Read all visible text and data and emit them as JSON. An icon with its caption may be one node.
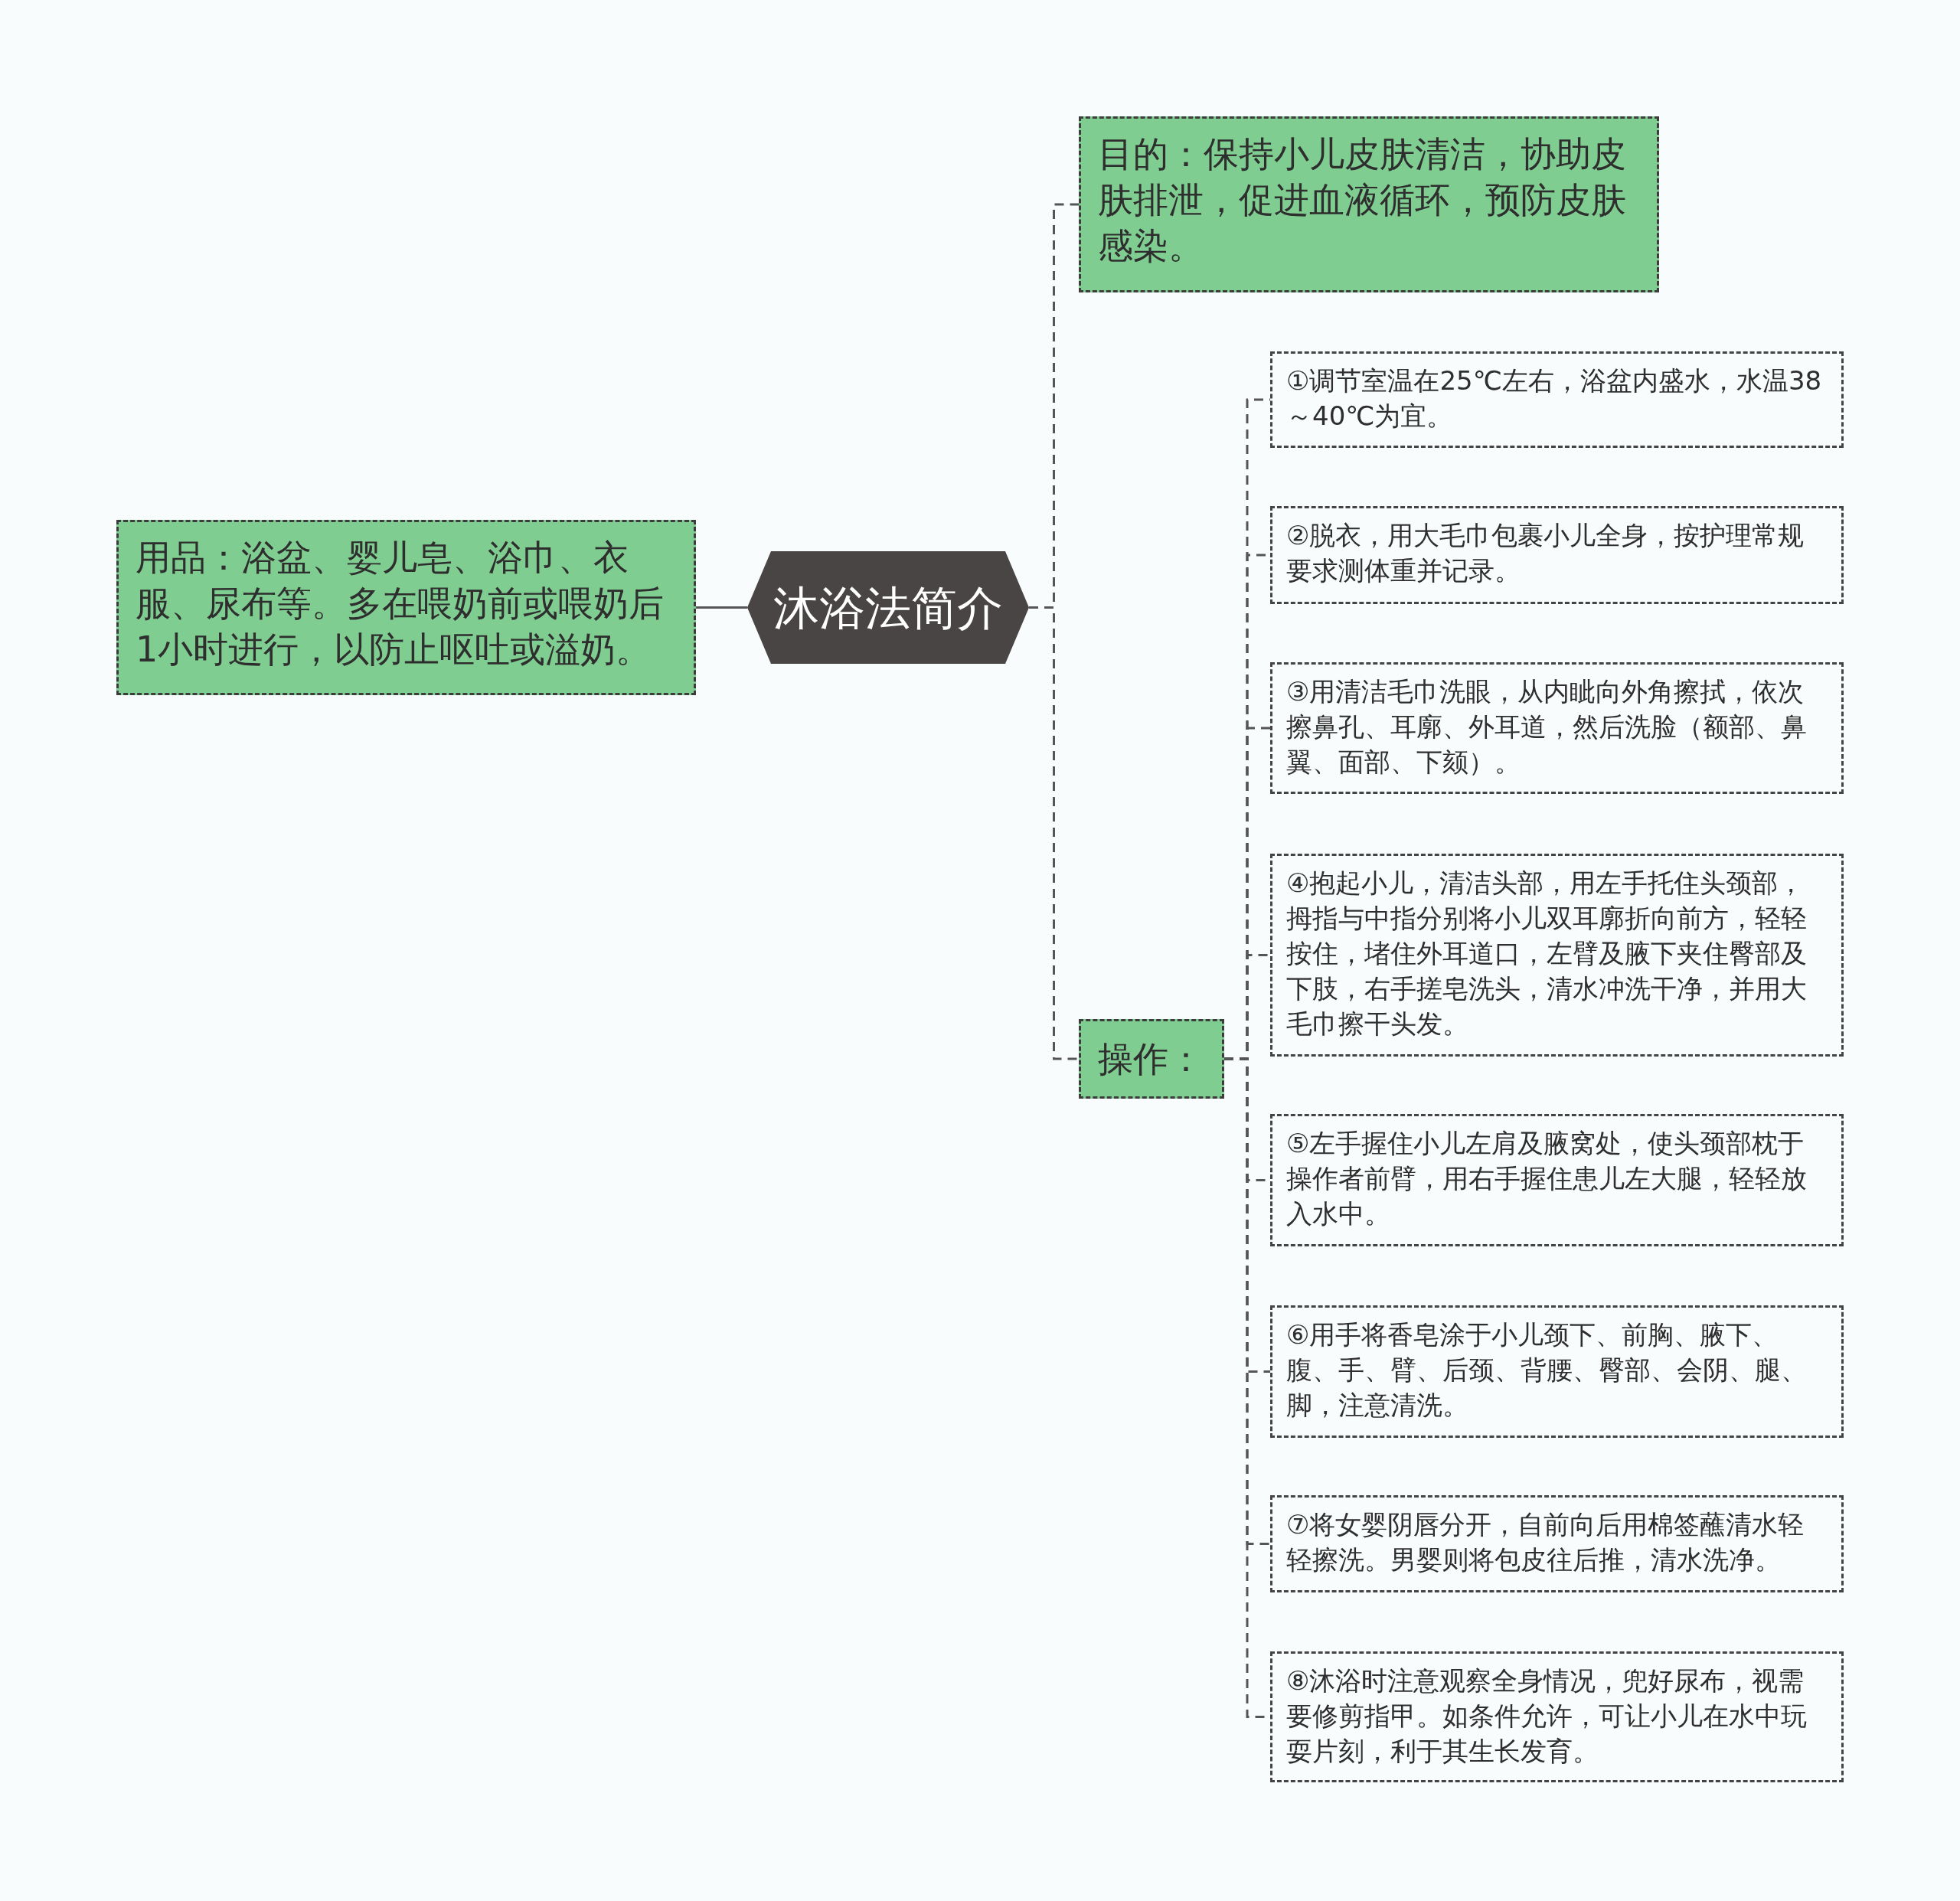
{
  "diagram": {
    "nodes": [
      {
        "text": [
          "沐浴法简介"
        ]
      },
      {
        "text": [
          "用品：浴盆、婴儿皂、浴巾、衣服、尿布等。多在喂奶前或喂奶后1小时进行，以防止呕吐或溢奶。"
        ]
      },
      {
        "text": [
          "目的：保持小儿皮肤清洁，协助皮肤排泄，促进血液循环，预防皮肤感染。"
        ]
      },
      {
        "text": [
          "操作："
        ]
      },
      {
        "text": [
          "①调节室温在25℃左右，浴盆内盛水，水温38～40℃为宜。"
        ]
      },
      {
        "text": [
          "②脱衣，用大毛巾包裹小儿全身，按护理常规要求测体重并记录。"
        ]
      },
      {
        "text": [
          "③用清洁毛巾洗眼，从内眦向外角擦拭，依次擦鼻孔、耳廓、外耳道，然后洗脸（额部、鼻翼、面部、下颏）。"
        ]
      },
      {
        "text": [
          "④抱起小儿，清洁头部，用左手托住头颈部，拇指与中指分别将小儿双耳廓折向前方，轻轻按住，堵住外耳道口，左臂及腋下夹住臀部及下肢，右手搓皂洗头，清水冲洗干净，并用大毛巾擦干头发。"
        ]
      },
      {
        "text": [
          "⑤左手握住小儿左肩及腋窝处，使头颈部枕于操作者前臂，用右手握住患儿左大腿，轻轻放入水中。"
        ]
      },
      {
        "text": [
          "⑥用手将香皂涂于小儿颈下、前胸、腋下、腹、手、臂、后颈、背腰、臀部、会阴、腿、脚，注意清洗。"
        ]
      },
      {
        "text": [
          "⑦将女婴阴唇分开，自前向后用棉签蘸清水轻轻擦洗。男婴则将包皮往后推，清水洗净。"
        ]
      },
      {
        "text": [
          "⑧沐浴时注意观察全身情况，兜好尿布，视需要修剪指甲。如条件允许，可让小儿在水中玩耍片刻，利于其生长发育。"
        ]
      }
    ],
    "edges": [
      {
        "from": 0,
        "to": 1,
        "arrow": "none"
      },
      {
        "from": 0,
        "to": 2,
        "arrow": "none",
        "style": "dashed"
      },
      {
        "from": 0,
        "to": 3,
        "arrow": "none",
        "style": "dashed"
      },
      {
        "from": 3,
        "to": 4,
        "arrow": "none",
        "style": "dashed"
      },
      {
        "from": 3,
        "to": 5,
        "arrow": "none",
        "style": "dashed"
      },
      {
        "from": 3,
        "to": 6,
        "arrow": "none",
        "style": "dashed"
      },
      {
        "from": 3,
        "to": 7,
        "arrow": "none",
        "style": "dashed"
      },
      {
        "from": 3,
        "to": 8,
        "arrow": "none",
        "style": "dashed"
      },
      {
        "from": 3,
        "to": 9,
        "arrow": "none",
        "style": "dashed"
      },
      {
        "from": 3,
        "to": 10,
        "arrow": "none",
        "style": "dashed"
      },
      {
        "from": 3,
        "to": 11,
        "arrow": "none",
        "style": "dashed"
      }
    ]
  }
}
